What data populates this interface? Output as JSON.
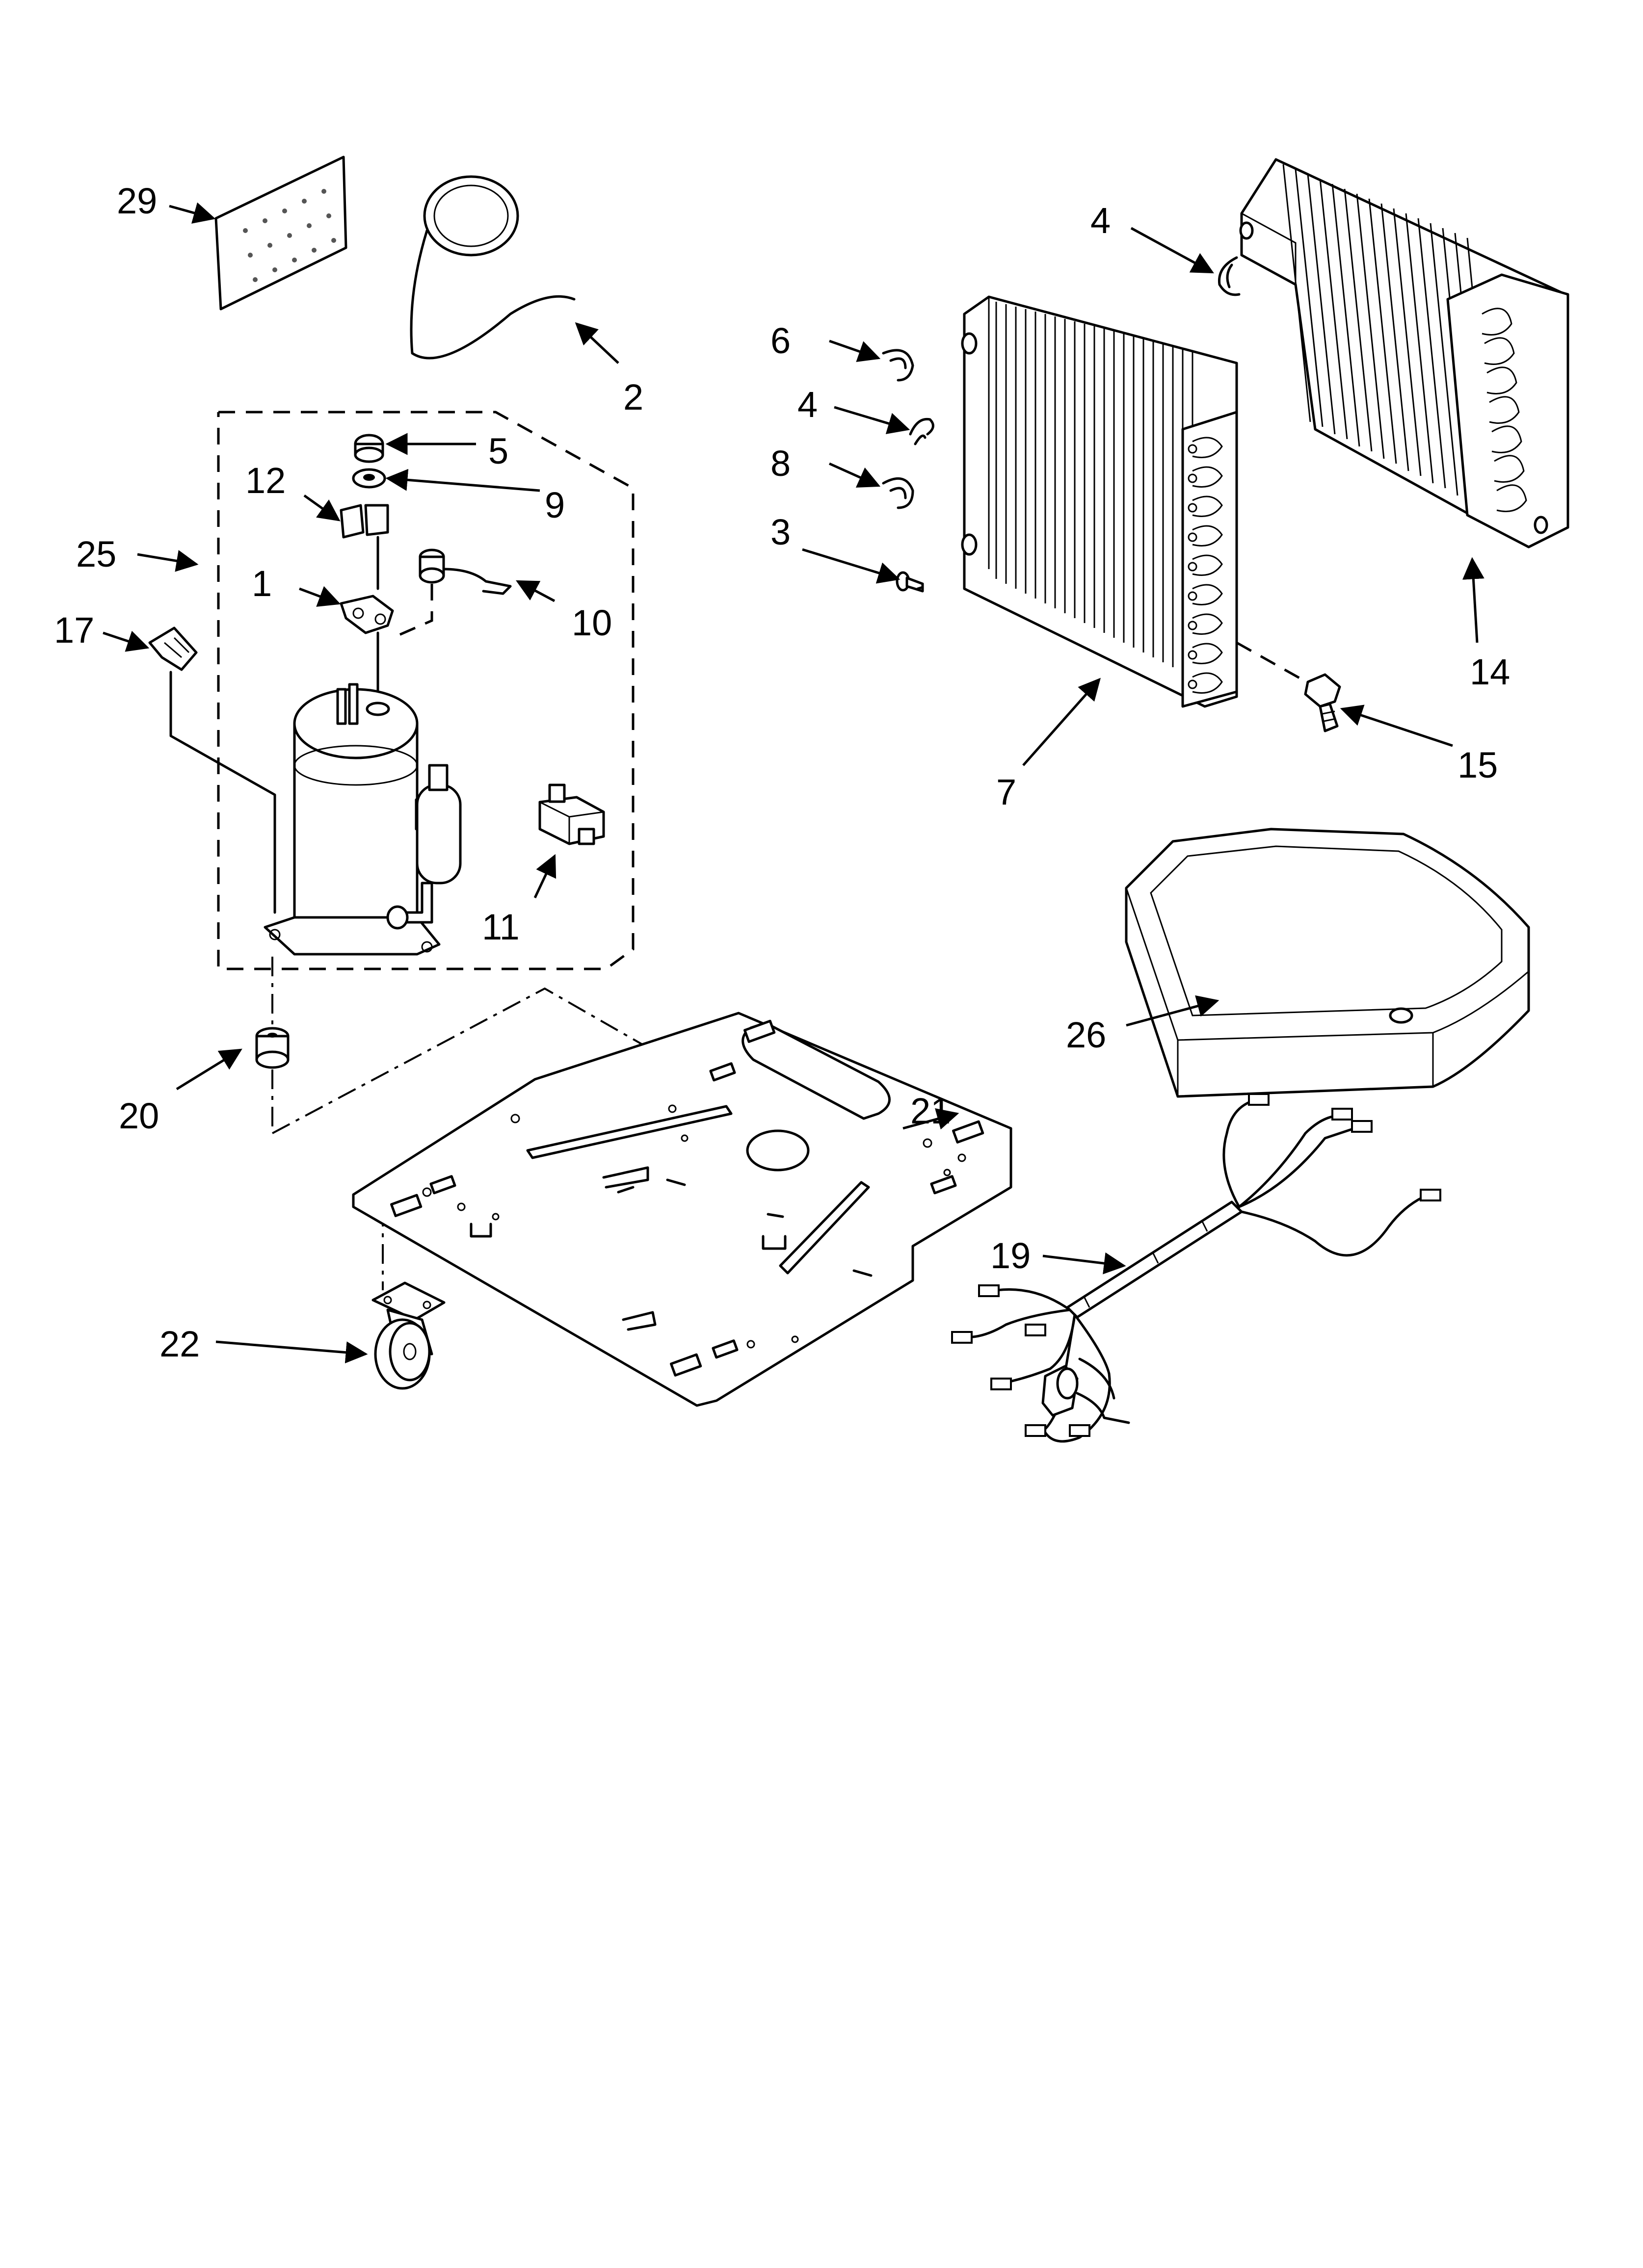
{
  "labels": {
    "p1": "1",
    "p2": "2",
    "p3": "3",
    "p4a": "4",
    "p4b": "4",
    "p5": "5",
    "p6": "6",
    "p7": "7",
    "p8": "8",
    "p9": "9",
    "p10": "10",
    "p11": "11",
    "p12": "12",
    "p14": "14",
    "p15": "15",
    "p17": "17",
    "p19": "19",
    "p20": "20",
    "p21": "21",
    "p22": "22",
    "p25": "25",
    "p26": "26",
    "p29": "29"
  },
  "colors": {
    "line": "#000000",
    "background": "#ffffff"
  }
}
